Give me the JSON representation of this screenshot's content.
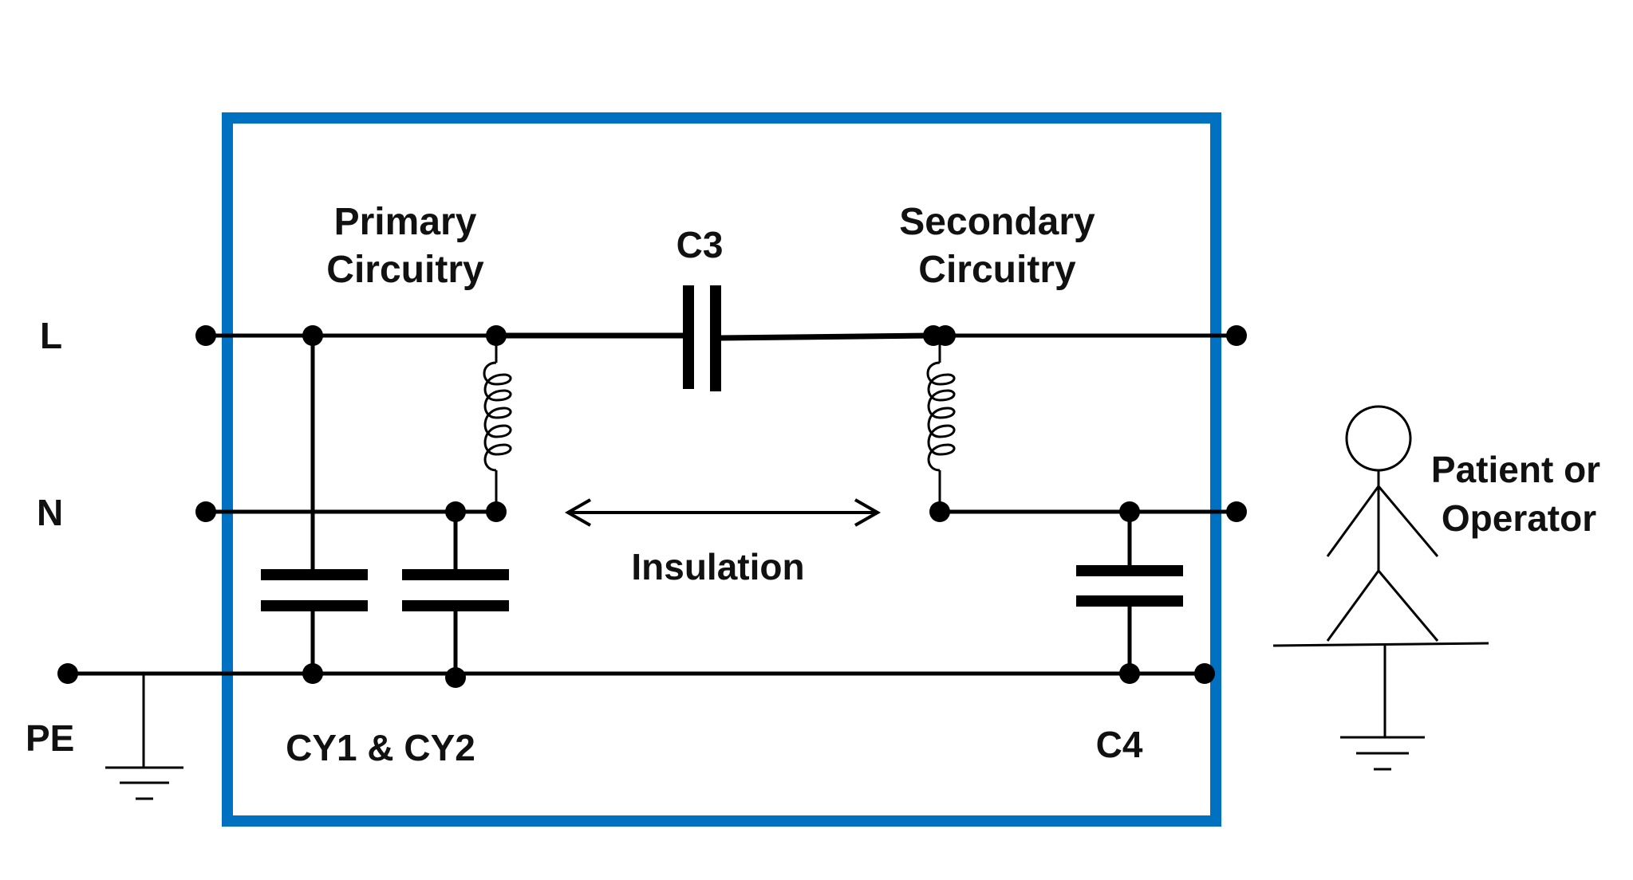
{
  "labels": {
    "L": "L",
    "N": "N",
    "PE": "PE",
    "primary_line1": "Primary",
    "primary_line2": "Circuitry",
    "secondary_line1": "Secondary",
    "secondary_line2": "Circuitry",
    "c3": "C3",
    "insulation": "Insulation",
    "cy": "CY1 & CY2",
    "c4": "C4",
    "patient_line1": "Patient or",
    "patient_line2": "Operator"
  },
  "colors": {
    "enclosure": "#0070C0",
    "wire": "#000000",
    "text": "#111111"
  }
}
